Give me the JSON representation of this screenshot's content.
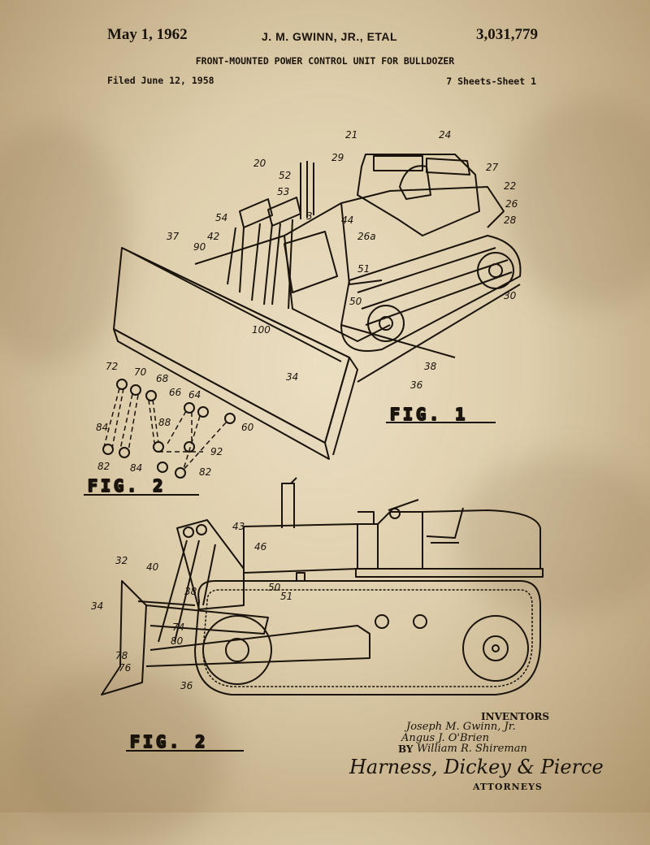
{
  "header": {
    "date": "May 1, 1962",
    "inventor": "J. M. GWINN, JR., ETAL",
    "patent_number": "3,031,779",
    "title": "FRONT-MOUNTED POWER CONTROL UNIT FOR BULLDOZER",
    "filed": "Filed June 12, 1958",
    "sheets": "7 Sheets-Sheet 1"
  },
  "figures": {
    "fig1_label": "FIG. 1",
    "fig2_small_label": "FIG. 2",
    "fig2_label": "FIG. 2"
  },
  "fig1_numerals": [
    "24",
    "21",
    "20",
    "29",
    "27",
    "22",
    "26",
    "28",
    "52",
    "53",
    "54",
    "42",
    "37",
    "90",
    "44",
    "26a",
    "51",
    "3",
    "50",
    "100",
    "30",
    "34",
    "38",
    "36"
  ],
  "fig_small_numerals": [
    "72",
    "70",
    "68",
    "66",
    "64",
    "84",
    "88",
    "60",
    "82",
    "84",
    "92",
    "82"
  ],
  "fig2_numerals": [
    "43",
    "46",
    "32",
    "40",
    "38",
    "50",
    "51",
    "34",
    "74",
    "80",
    "78",
    "76",
    "36"
  ],
  "footer": {
    "inventors_heading": "INVENTORS",
    "inventor_1": "Joseph M. Gwinn, Jr.",
    "inventor_2": "Angus J. O'Brien",
    "by": "BY",
    "inventor_3": "William R. Shireman",
    "attorney_signature": "Harness, Dickey & Pierce",
    "attorneys_label": "ATTORNEYS"
  },
  "colors": {
    "paper": "#d6c39e",
    "ink": "#1a140c"
  }
}
